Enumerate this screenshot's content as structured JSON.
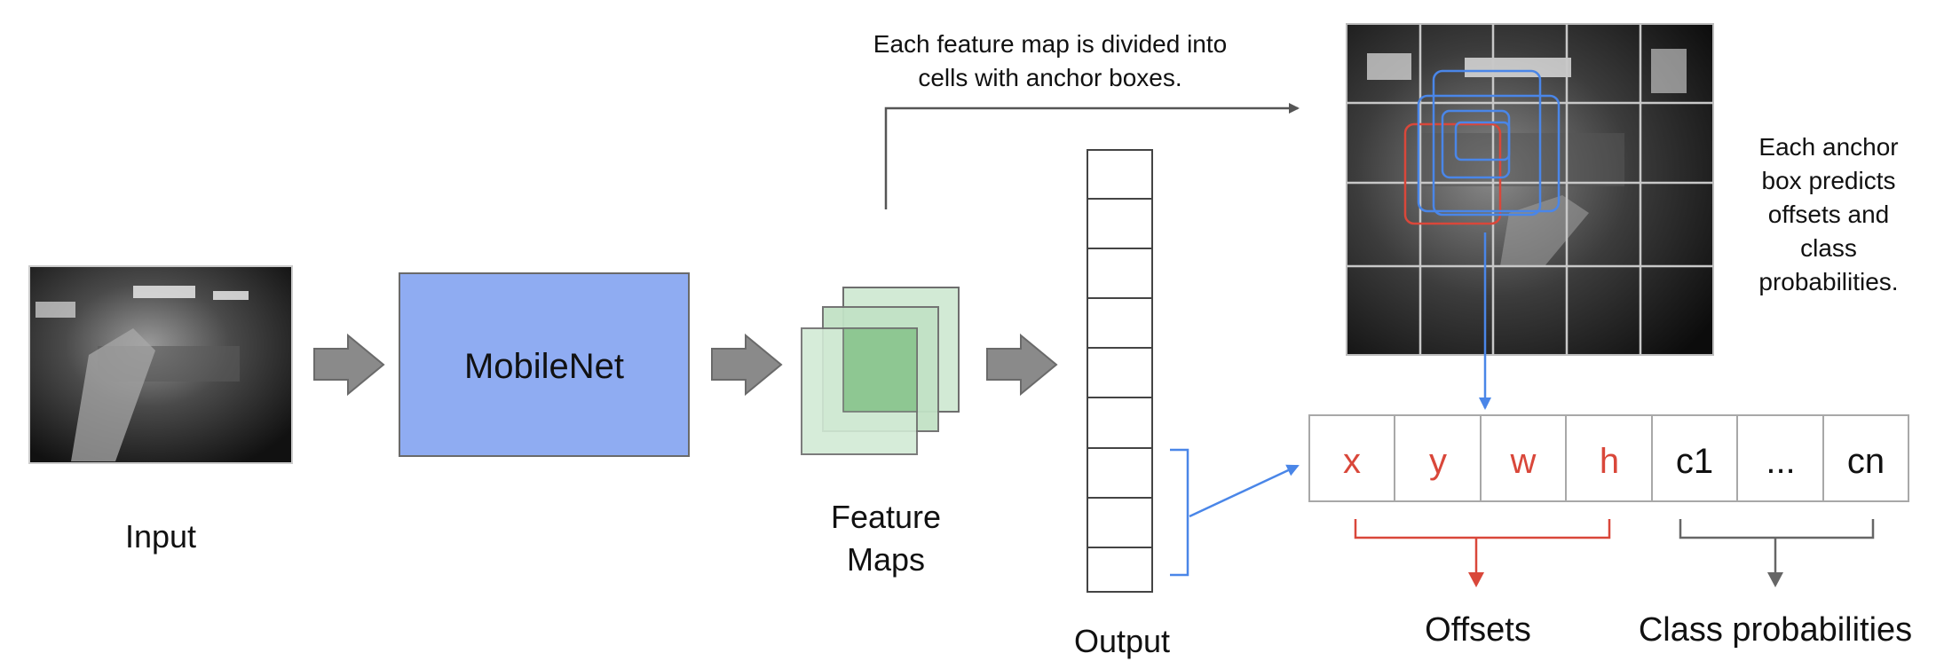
{
  "input_label": "Input",
  "mobilenet_label": "MobileNet",
  "feature_maps_label": [
    "Feature",
    "Maps"
  ],
  "output_label": "Output",
  "top_note": [
    "Each feature map is divided into",
    "cells with anchor boxes."
  ],
  "side_note": [
    "Each anchor",
    "box predicts",
    "offsets and",
    "class",
    "probabilities."
  ],
  "vector_cells": [
    "x",
    "y",
    "w",
    "h",
    "c1",
    "...",
    "cn"
  ],
  "offsets_label": "Offsets",
  "class_prob_label": "Class probabilities",
  "colors": {
    "mobilenet_fill": "#8facf2",
    "feature_fill_light": "#d2ead5",
    "feature_fill_dark": "#8ec792",
    "offset_red": "#d9473a",
    "anchor_blue": "#4a86e8",
    "arrow_gray": "#888888",
    "class_gray": "#666666"
  }
}
